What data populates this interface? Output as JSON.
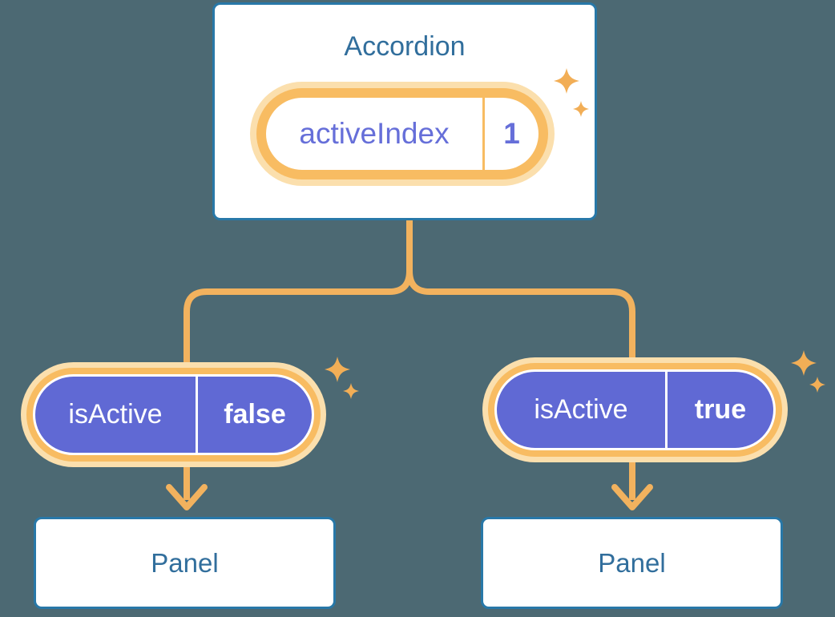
{
  "colors": {
    "background": "#4C6973",
    "card_border": "#2878A8",
    "card_text": "#316E9C",
    "orange_ring": "#F8BC62",
    "orange_glow": "#FBDFAD",
    "connector": "#F2B25E",
    "sparkle": "#F2AE56",
    "purple_fill": "#6069D4",
    "purple_text": "#666FD9",
    "white": "#FFFFFF"
  },
  "accordion": {
    "title": "Accordion",
    "state": {
      "label": "activeIndex",
      "value": "1"
    }
  },
  "children": [
    {
      "prop": {
        "label": "isActive",
        "value": "false"
      },
      "panel": "Panel"
    },
    {
      "prop": {
        "label": "isActive",
        "value": "true"
      },
      "panel": "Panel"
    }
  ]
}
